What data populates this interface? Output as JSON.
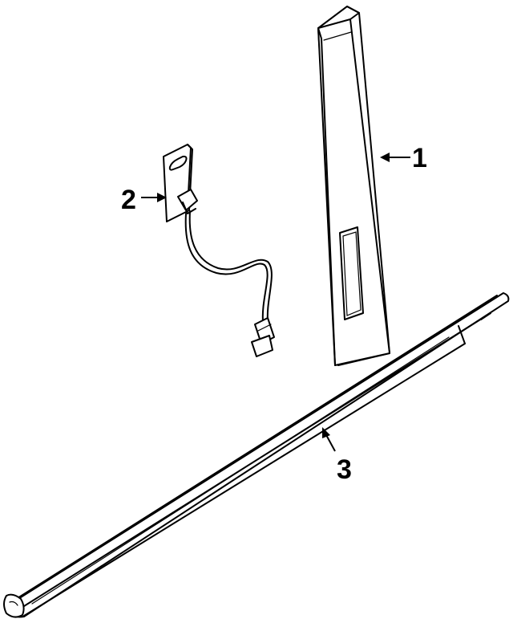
{
  "callouts": [
    {
      "number": "1",
      "part": "pillar-applique"
    },
    {
      "number": "2",
      "part": "harness-bracket"
    },
    {
      "number": "3",
      "part": "belt-weatherstrip"
    }
  ]
}
